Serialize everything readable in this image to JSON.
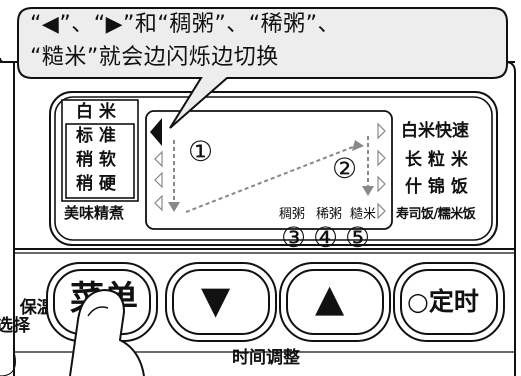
{
  "callout": {
    "line1": "“◀”、“▶”和“稠粥”、“稀粥”、",
    "line2": "“糙米”就会边闪烁边切换"
  },
  "left_panel": {
    "items": [
      "白 米",
      "标 准",
      "稍 软",
      "稍 硬"
    ],
    "footer": "美味精煮"
  },
  "right_panel": {
    "items": [
      "白米快速",
      "长 粒 米",
      "什 锦 饭",
      "寿司饭/糯米饭"
    ]
  },
  "bottom_options": {
    "thick": "稠粥",
    "thin": "稀粥",
    "brown": "糙米"
  },
  "circled_numbers": [
    "①",
    "②",
    "③",
    "④",
    "⑤"
  ],
  "buttons": {
    "keep_warm": "保温\n选择",
    "menu": "菜单",
    "down": "▼",
    "up": "▲",
    "timer": "○定时"
  },
  "time_adjust_label": "时间调整"
}
